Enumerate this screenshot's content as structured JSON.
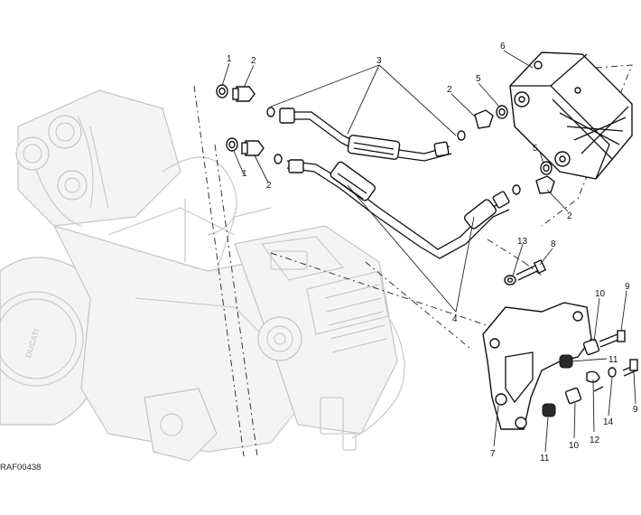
{
  "drawing_ref": "RAF00438",
  "callouts": [
    {
      "id": "c1a",
      "text": "1"
    },
    {
      "id": "c1b",
      "text": "1"
    },
    {
      "id": "c2a",
      "text": "2"
    },
    {
      "id": "c2b",
      "text": "2"
    },
    {
      "id": "c2c",
      "text": "2"
    },
    {
      "id": "c2d",
      "text": "2"
    },
    {
      "id": "c3",
      "text": "3"
    },
    {
      "id": "c4",
      "text": "4"
    },
    {
      "id": "c5a",
      "text": "5"
    },
    {
      "id": "c5b",
      "text": "5"
    },
    {
      "id": "c6",
      "text": "6"
    },
    {
      "id": "c7",
      "text": "7"
    },
    {
      "id": "c8",
      "text": "8"
    },
    {
      "id": "c9a",
      "text": "9"
    },
    {
      "id": "c9b",
      "text": "9"
    },
    {
      "id": "c10a",
      "text": "10"
    },
    {
      "id": "c10b",
      "text": "10"
    },
    {
      "id": "c11a",
      "text": "11"
    },
    {
      "id": "c11b",
      "text": "11"
    },
    {
      "id": "c12",
      "text": "12"
    },
    {
      "id": "c13",
      "text": "13"
    },
    {
      "id": "c14",
      "text": "14"
    }
  ],
  "engine_cover_logo": "DUCATI"
}
